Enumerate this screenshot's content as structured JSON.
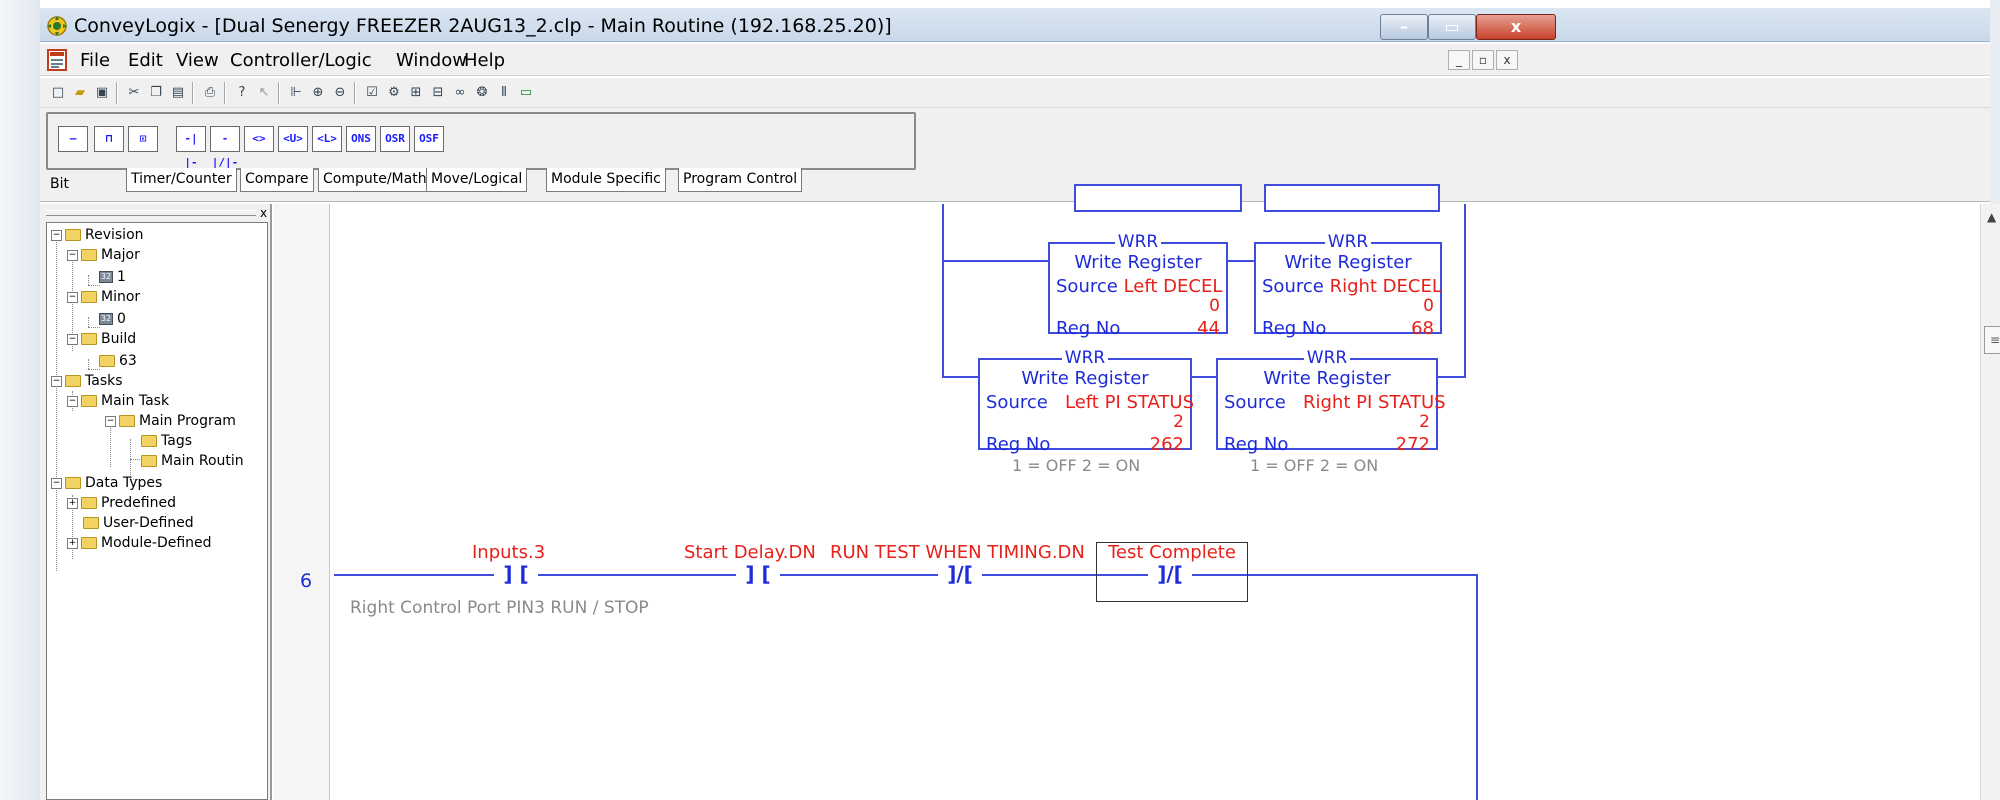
{
  "window": {
    "title": "ConveyLogix - [Dual Senergy FREEZER 2AUG13_2.clp - Main Routine (192.168.25.20)]",
    "controls": {
      "minimize": "–",
      "maximize": "▭",
      "close": "x"
    }
  },
  "menu": {
    "items": [
      "File",
      "Edit",
      "View",
      "Controller/Logic",
      "Window",
      "Help"
    ],
    "mdi_controls": [
      "_",
      "▫",
      "x"
    ]
  },
  "toolbar": {
    "icons": [
      "new-icon",
      "open-icon",
      "save-icon",
      "cut-icon",
      "copy-icon",
      "paste-icon",
      "print-icon",
      "help-icon",
      "context-help-icon",
      "select-icon",
      "zoom-in-icon",
      "zoom-out-icon",
      "verify-icon",
      "download-icon",
      "upload-icon",
      "monitor-icon",
      "online-icon",
      "compare-icon",
      "settings-icon",
      "io-icon"
    ]
  },
  "palette": {
    "instructions": [
      "—",
      "⊓",
      "⊡",
      "-| |-",
      "-|/|-",
      "<>",
      "<U>",
      "<L>",
      "ONS",
      "OSR",
      "OSF"
    ],
    "active_tab": "Bit",
    "tabs": [
      "Timer/Counter",
      "Compare",
      "Compute/Math",
      "Move/Logical",
      "Module Specific",
      "Program Control"
    ]
  },
  "tree": {
    "close": "x",
    "nodes": {
      "revision": "Revision",
      "major": "Major",
      "major_val": "1",
      "minor": "Minor",
      "minor_val": "0",
      "build": "Build",
      "build_val": "63",
      "tasks": "Tasks",
      "main_task": "Main Task",
      "main_program": "Main Program",
      "tags": "Tags",
      "main_routine": "Main Routin",
      "data_types": "Data Types",
      "predefined": "Predefined",
      "user_defined": "User-Defined",
      "module_defined": "Module-Defined"
    }
  },
  "ladder": {
    "blocks": [
      {
        "header": "WRR",
        "name": "Write Register",
        "source_label": "Source",
        "source": "Left DECEL",
        "value": "0",
        "reg_label": "Reg No",
        "reg": "44"
      },
      {
        "header": "WRR",
        "name": "Write Register",
        "source_label": "Source",
        "source": "Right DECEL",
        "value": "0",
        "reg_label": "Reg No",
        "reg": "68"
      },
      {
        "header": "WRR",
        "name": "Write Register",
        "source_label": "Source",
        "source": "Left PI STATUS",
        "value": "2",
        "reg_label": "Reg No",
        "reg": "262"
      },
      {
        "header": "WRR",
        "name": "Write Register",
        "source_label": "Source",
        "source": "Right PI STATUS",
        "value": "2",
        "reg_label": "Reg No",
        "reg": "272"
      }
    ],
    "notes": {
      "left": "1 = OFF     2 = ON",
      "right": "1 = OFF     2 = ON"
    },
    "rung_number": "6",
    "rung_comment": "Right Control Port  PIN3    RUN / STOP",
    "contacts": [
      {
        "tag": "Inputs.3",
        "symbol": "] ["
      },
      {
        "tag": "Start Delay.DN",
        "symbol": "] ["
      },
      {
        "tag": "RUN TEST WHEN TIMING.DN",
        "symbol": "]/["
      },
      {
        "tag": "Test Complete",
        "symbol": "]/["
      }
    ]
  },
  "scroll": {
    "up": "▲",
    "thumb": "≡"
  },
  "colors": {
    "wire": "#3f4ce0",
    "tag": "#e8201a",
    "note": "#8a8a8a"
  }
}
